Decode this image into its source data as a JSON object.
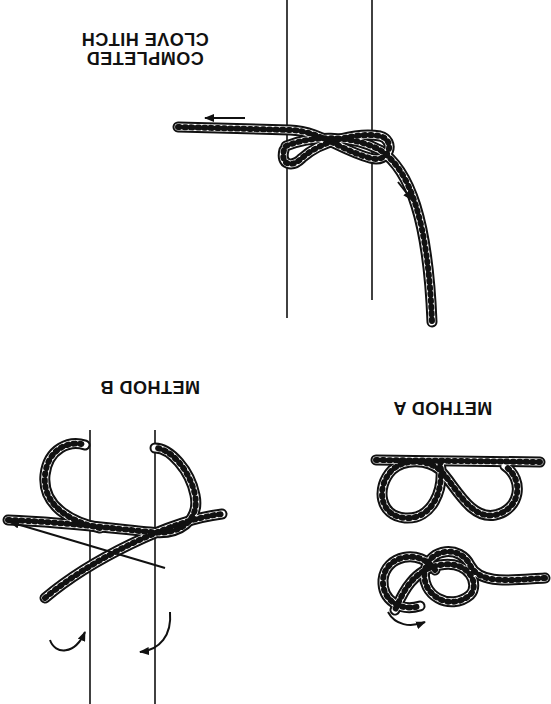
{
  "diagram": {
    "labels": [
      "COMPLETED CLOVE HITCH",
      "METHOD B",
      "METHOD A"
    ]
  }
}
